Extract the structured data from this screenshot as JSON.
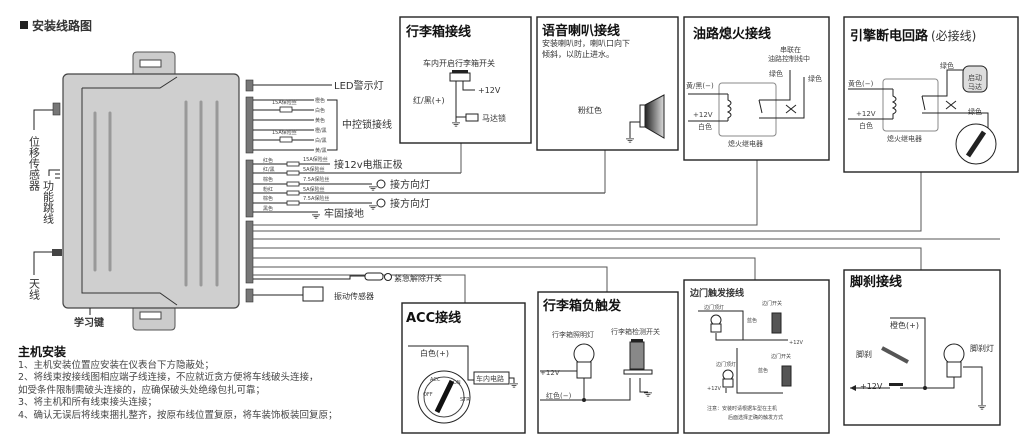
{
  "title": "安装线路图",
  "main_unit": {
    "left_labels": {
      "displacement_sensor": "位移传感器",
      "function_jumper": "功能跳线",
      "antenna": "天线"
    },
    "learn_key": "学习键",
    "led": "LED警示灯",
    "central_lock": {
      "label": "中控锁接线",
      "fuse": "15A保险丝",
      "wires": [
        "橙色",
        "白色",
        "黄色",
        "橙/黑",
        "白/黑",
        "黄/黑"
      ]
    },
    "power": {
      "wires": [
        {
          "color": "红色",
          "fuse": "15A保险丝"
        },
        {
          "color": "红/黑",
          "fuse": "5A保险丝"
        },
        {
          "color": "棕色",
          "fuse": "7.5A保险丝"
        },
        {
          "color": "粉红",
          "fuse": "5A保险丝"
        },
        {
          "color": "棕色",
          "fuse": "7.5A保险丝"
        },
        {
          "color": "黑色",
          "fuse": ""
        }
      ],
      "battery": "接12v电瓶正极",
      "turn_light_1": "接方向灯",
      "turn_light_2": "接方向灯",
      "ground": "牢固接地"
    },
    "emergency_switch": "紧急解除开关",
    "vibration_sensor": "振动传感器"
  },
  "panels": {
    "trunk": {
      "title": "行李箱接线",
      "switch": "车内开启行李箱开关",
      "v12": "+12V",
      "wire": "红/黑(+)",
      "motor": "马达锁"
    },
    "speaker": {
      "title": "语音喇叭接线",
      "note1": "安装喇叭时，喇叭口向下",
      "note2": "倾斜，以防止进水。",
      "wire": "粉红色"
    },
    "fuel": {
      "title": "油路熄火接线",
      "series1": "串联在",
      "series2": "油路控制线中",
      "green1": "绿色",
      "green2": "绿色",
      "yb": "黄/黑(−)",
      "v12": "+12V",
      "white": "白色",
      "relay": "熄火继电器"
    },
    "engine": {
      "title": "引擎断电回路",
      "title_suffix": "(必接线)",
      "green1": "绿色",
      "green2": "绿色",
      "yellow": "黄色(−)",
      "v12": "+12V",
      "white": "白色",
      "relay": "熄火继电器",
      "motor1": "启动",
      "motor2": "马达"
    },
    "acc": {
      "title": "ACC接线",
      "white": "白色(+)",
      "circuit": "车内电路",
      "key": {
        "acc": "ACC",
        "on": "ON",
        "off": "OFF",
        "str": "STR"
      }
    },
    "trunk_neg": {
      "title": "行李箱负触发",
      "lamp": "行李箱照明灯",
      "switch": "行李箱检测开关",
      "v12": "+12V",
      "red": "红色(−)"
    },
    "door": {
      "title": "边门触发接线",
      "lamp1": "边门顶灯",
      "switch1": "边门开关",
      "blue1": "蓝色",
      "v12a": "+12V",
      "lamp2": "边门顶灯",
      "switch2": "边门开关",
      "blue2": "蓝色",
      "v12b": "+12V",
      "note1": "注意：安装时请根据车型在主机",
      "note2": "后面选择正确的触发方式"
    },
    "brake": {
      "title": "脚刹接线",
      "orange": "橙色(+)",
      "pedal": "脚刹",
      "light": "脚刹灯",
      "v12": "+12V"
    }
  },
  "notes": {
    "heading": "主机安装",
    "items": [
      "1、主机安装位置应安装在仪表台下方隐蔽处；",
      "2、将线束按接线图相应端子线连接，不应就近贪方便将车线破头连接，",
      "如受条件限制需破头连接的，应确保破头处绝缘包扎可靠；",
      "3、将主机和所有线束接头连接；",
      "4、确认无误后将线束捆扎整齐，按原布线位置复原，将车装饰板装回复原；"
    ]
  }
}
